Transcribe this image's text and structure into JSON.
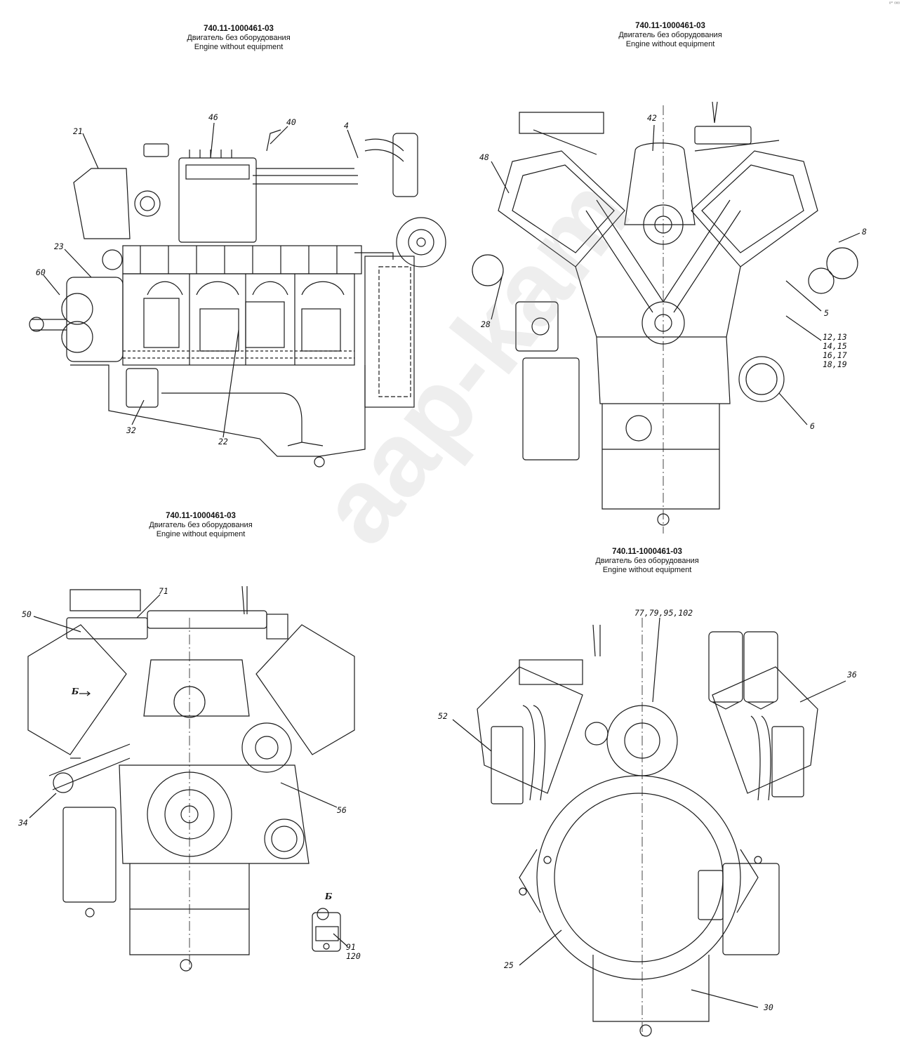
{
  "corner_mark": "ᵒ° ᵒᵒᵒ",
  "watermark": "aap-kam",
  "views": [
    {
      "code": "740.11-1000461-03",
      "title_ru": "Двигатель без оборудования",
      "title_en": "Engine without equipment",
      "callouts": [
        "21",
        "46",
        "40",
        "4",
        "23",
        "60",
        "32",
        "22"
      ]
    },
    {
      "code": "740.11-1000461-03",
      "title_ru": "Двигатель без оборудования",
      "title_en": "Engine without equipment",
      "callouts": [
        "42",
        "48",
        "8",
        "28",
        "5",
        "6"
      ],
      "callout_stack": [
        "12,13",
        "14,15",
        "16,17",
        "18,19"
      ]
    },
    {
      "code": "740.11-1000461-03",
      "title_ru": "Двигатель без оборудования",
      "title_en": "Engine without equipment",
      "callouts": [
        "71",
        "50",
        "34",
        "56"
      ],
      "view_letter": "Б",
      "detail_letter": "Б",
      "detail_callouts": [
        "91",
        "120"
      ]
    },
    {
      "code": "740.11-1000461-03",
      "title_ru": "Двигатель без оборудования",
      "title_en": "Engine without equipment",
      "callouts": [
        "77,79,95,102",
        "36",
        "52",
        "25",
        "30"
      ]
    }
  ]
}
